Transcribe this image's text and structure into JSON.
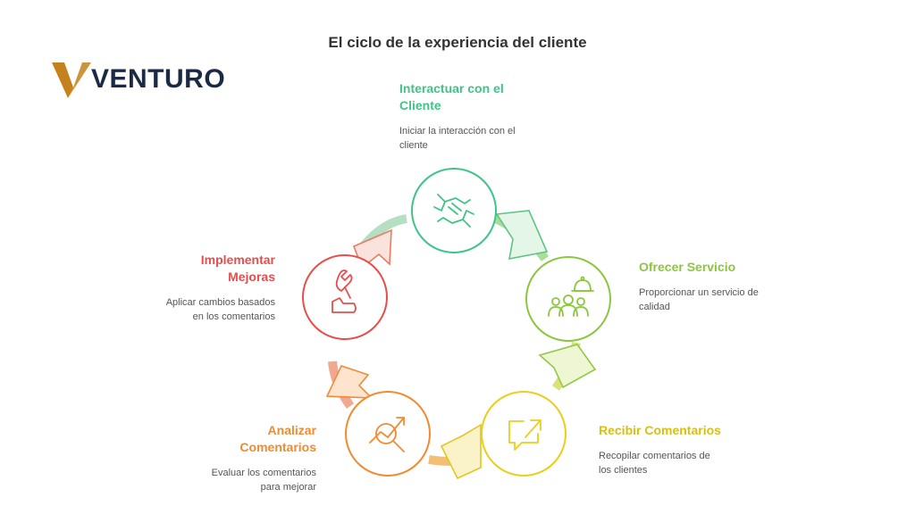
{
  "title": "El ciclo de la experiencia del cliente",
  "logo": {
    "text": "VENTURO",
    "icon": "venturo-v-logo",
    "colors": [
      "#c5811b",
      "#1b2a44"
    ]
  },
  "steps": [
    {
      "id": "interactuar",
      "title": "Interactuar con el Cliente",
      "description": "Iniciar la interacción con el cliente",
      "icon": "handshake-icon",
      "color": "#3ec486"
    },
    {
      "id": "ofrecer",
      "title": "Ofrecer Servicio",
      "description": "Proporcionar un servicio de calidad",
      "icon": "service-bell-people-icon",
      "color": "#8cc63f"
    },
    {
      "id": "recibir",
      "title": "Recibir Comentarios",
      "description": "Recopilar comentarios de los clientes",
      "icon": "chat-arrow-icon",
      "color": "#e8cf1a"
    },
    {
      "id": "analizar",
      "title": "Analizar Comentarios",
      "description": "Evaluar los comentarios para mejorar",
      "icon": "magnifier-trend-icon",
      "color": "#f28a30"
    },
    {
      "id": "implementar",
      "title": "Implementar Mejoras",
      "description": "Aplicar cambios basados en los comentarios",
      "icon": "wrench-hand-icon",
      "color": "#e64e4e"
    }
  ]
}
